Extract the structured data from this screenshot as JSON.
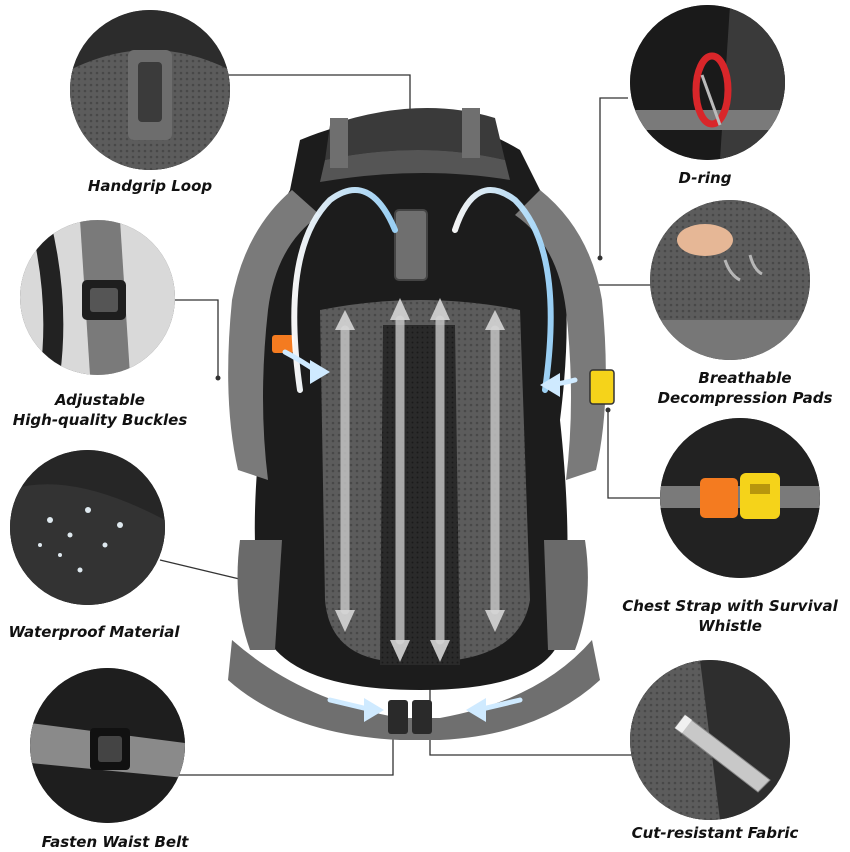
{
  "features": {
    "handgrip": {
      "label": "Handgrip Loop",
      "icon": "handgrip-loop-icon"
    },
    "d_ring": {
      "label": "D-ring",
      "icon": "carabiner-icon"
    },
    "buckles": {
      "line1": "Adjustable",
      "line2": "High-quality Buckles",
      "icon": "buckle-icon"
    },
    "pads": {
      "line1": "Breathable",
      "line2": "Decompression Pads",
      "icon": "mesh-pad-icon"
    },
    "waterproof": {
      "label": "Waterproof Material",
      "icon": "water-droplets-icon"
    },
    "chest_strap": {
      "line1": "Chest Strap with Survival",
      "line2": "Whistle",
      "icon": "whistle-buckle-icon"
    },
    "waist_belt": {
      "label": "Fasten Waist Belt",
      "icon": "waist-buckle-icon"
    },
    "cut_resistant": {
      "label": "Cut-resistant Fabric",
      "icon": "utility-knife-icon"
    }
  },
  "colors": {
    "bag_body": "#1c1c1c",
    "mesh_gray": "#5a5a5a",
    "strap_gray": "#6f6f6f",
    "airflow_blue": "#bfe6ff",
    "carabiner_red": "#d9262a",
    "buckle_orange": "#f47b20",
    "whistle_yellow": "#f5d31a",
    "pointer_line": "#333333"
  }
}
